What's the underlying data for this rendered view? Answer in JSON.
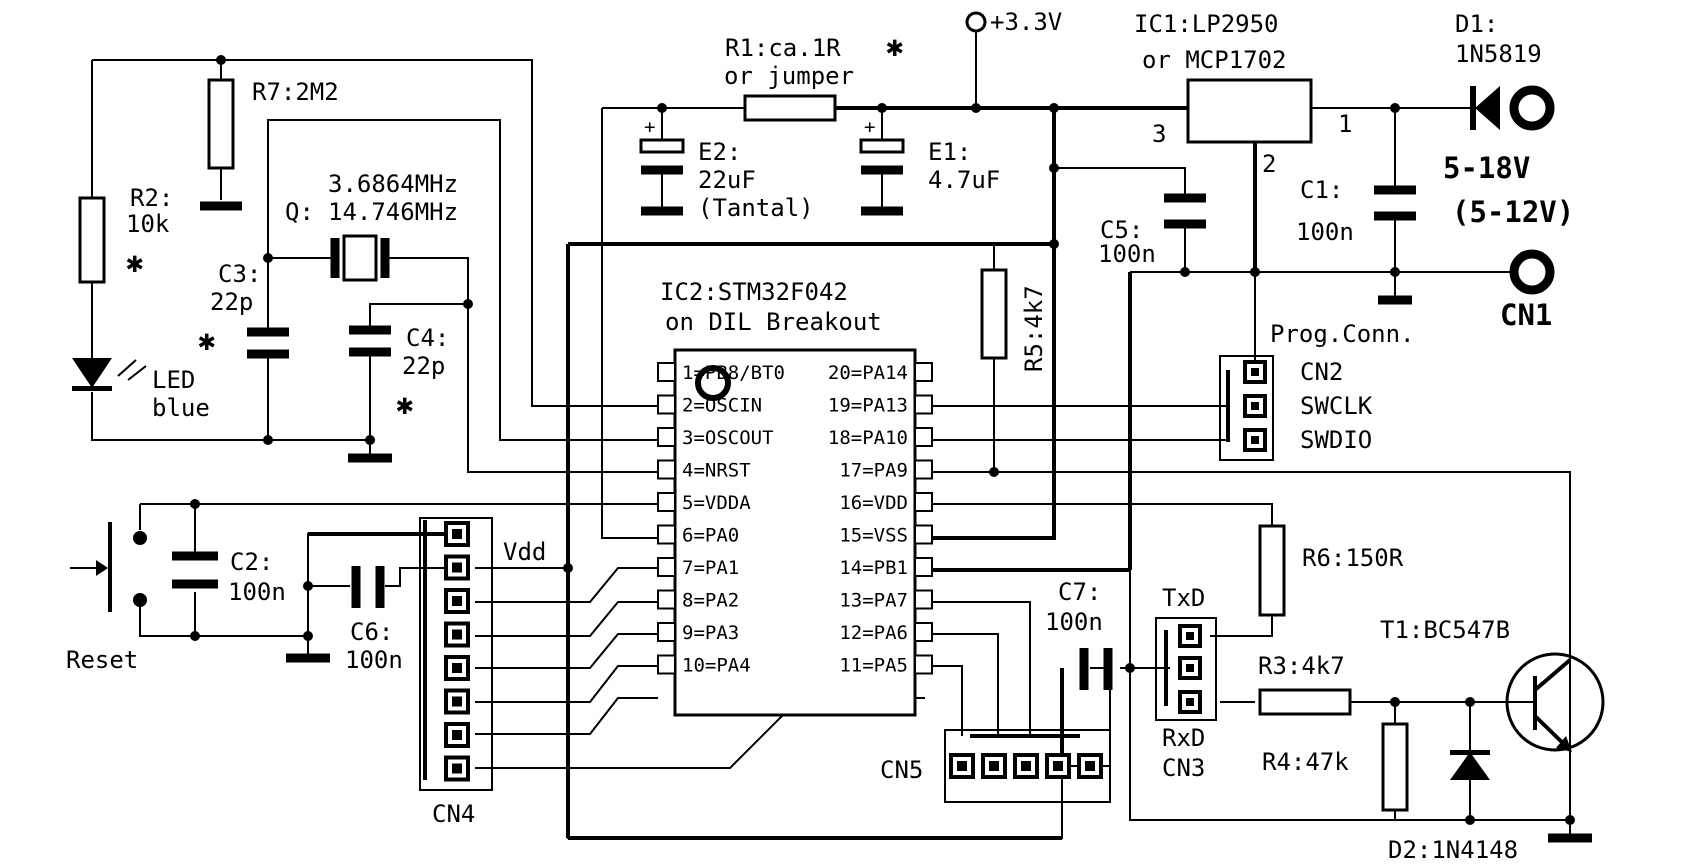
{
  "colors": {
    "ink": "#000000",
    "paper": "#ffffff"
  },
  "ic2": {
    "title": "IC2:STM32F042",
    "subtitle": "on DIL Breakout",
    "pins_left": [
      "1=PB8/BT0",
      "2=OSCIN",
      "3=OSCOUT",
      "4=NRST",
      "5=VDDA",
      "6=PA0",
      "7=PA1",
      "8=PA2",
      "9=PA3",
      "10=PA4"
    ],
    "pins_right": [
      "20=PA14",
      "19=PA13",
      "18=PA10",
      "17=PA9",
      "16=VDD",
      "15=VSS",
      "14=PB1",
      "13=PA7",
      "12=PA6",
      "11=PA5"
    ]
  },
  "components": {
    "r1_name": "R1:ca.1R",
    "r1_note": "or  jumper",
    "vplus": "+3.3V",
    "ic1_name": "IC1:LP2950",
    "ic1_alt": "or  MCP1702",
    "ic1_pin1": "1",
    "ic1_pin2": "2",
    "ic1_pin3": "3",
    "d1_name": "D1:",
    "d1_part": "1N5819",
    "supply_main": "5-18V",
    "supply_alt": "(5-12V)",
    "r7": "R7:2M2",
    "e2_name": "E2:",
    "e2_value": "22uF",
    "e2_note": "(Tantal)",
    "e1_name": "E1:",
    "e1_value": "4.7uF",
    "c1_name": "C1:",
    "c1_value": "100n",
    "c5_name": "C5:",
    "c5_value": "100n",
    "cn1": "CN1",
    "r2_name": "R2:",
    "r2_value": "10k",
    "crystal_f1": "3.6864MHz",
    "crystal_name": "Q:",
    "crystal_f2": "14.746MHz",
    "c3_name": "C3:",
    "c3_value": "22p",
    "c4_name": "C4:",
    "c4_value": "22p",
    "led_l1": "LED",
    "led_l2": "blue",
    "r5": "R5:4k7",
    "prog_conn": "Prog.Conn.",
    "cn2": "CN2",
    "swclk": "SWCLK",
    "swdio": "SWDIO",
    "c2_name": "C2:",
    "c2_value": "100n",
    "reset": "Reset",
    "c6_name": "C6:",
    "c6_value": "100n",
    "vdd": "Vdd",
    "cn4": "CN4",
    "c7_name": "C7:",
    "c7_value": "100n",
    "txd": "TxD",
    "rxd": "RxD",
    "cn3": "CN3",
    "r6": "R6:150R",
    "t1": "T1:BC547B",
    "r3": "R3:4k7",
    "r4": "R4:47k",
    "cn5": "CN5",
    "d2": "D2:1N4148",
    "marker": "✱"
  }
}
